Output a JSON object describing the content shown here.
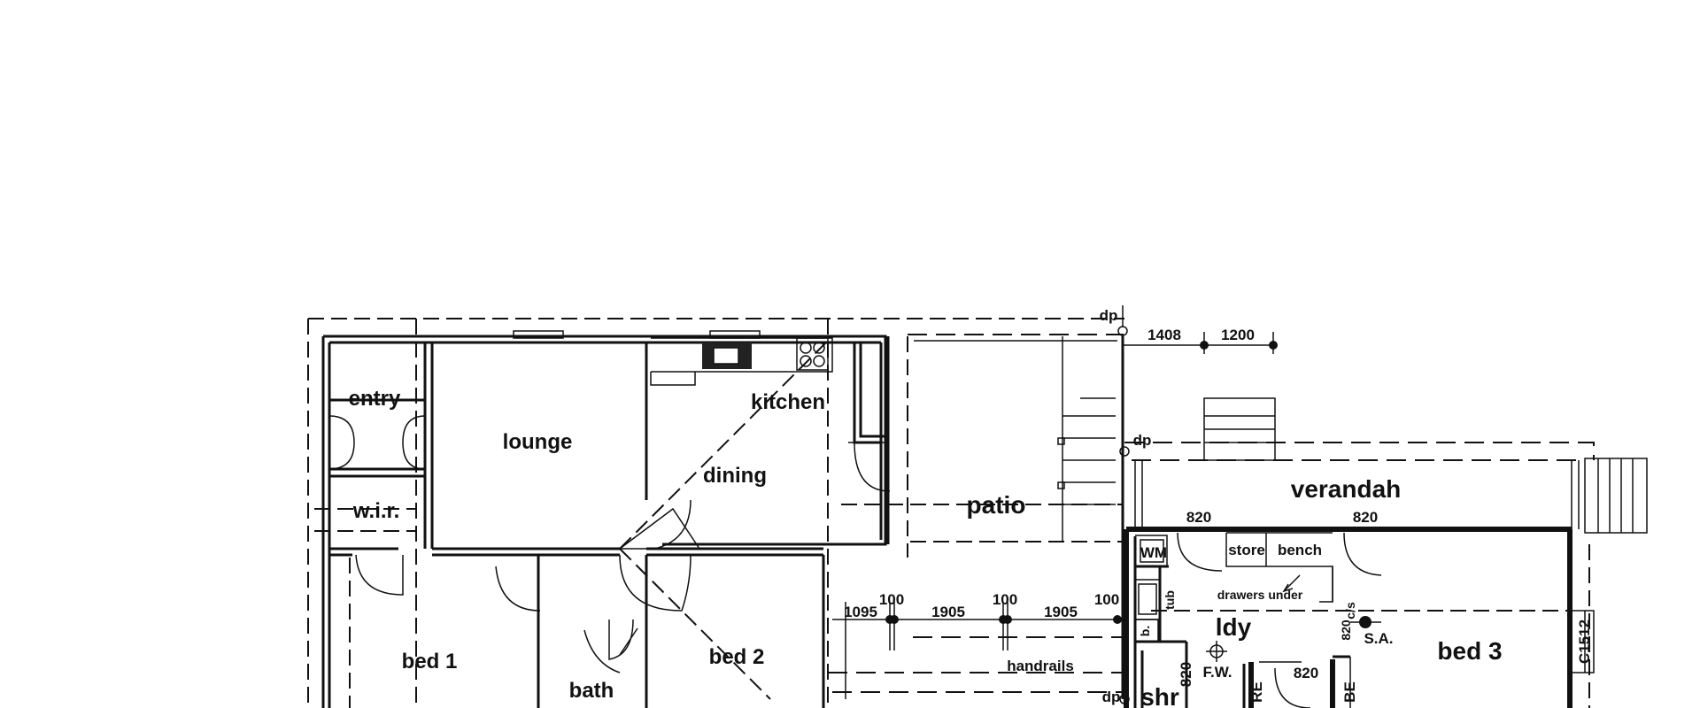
{
  "rooms": {
    "entry": "entry",
    "lounge": "lounge",
    "kitchen": "kitchen",
    "dining": "dining",
    "wir": "w.i.r.",
    "patio": "patio",
    "bed1": "bed 1",
    "bed2": "bed 2",
    "bath": "bath",
    "verandah": "verandah",
    "ldy": "ldy",
    "bed3": "bed 3",
    "shr": "shr",
    "store": "store",
    "bench": "bench"
  },
  "annotations": {
    "dp_top": "dp",
    "dp_mid": "dp",
    "dp_bottom": "dp",
    "wm": "WM",
    "tub": "tub",
    "b": "b.",
    "drawers_under": "drawers under",
    "fw": "F.W.",
    "sa": "S.A.",
    "cs": "c/s",
    "handrails": "handrails",
    "c1512": "C1512",
    "re": "RE",
    "be": "BE"
  },
  "dimensions": {
    "d1408": "1408",
    "d1200": "1200",
    "d820_a": "820",
    "d820_b": "820",
    "d820_c": "820",
    "d820_d": "820",
    "d820_e": "820",
    "d1095": "1095",
    "d100_a": "100",
    "d1905_a": "1905",
    "d100_b": "100",
    "d1905_b": "1905",
    "d100_c": "100"
  }
}
